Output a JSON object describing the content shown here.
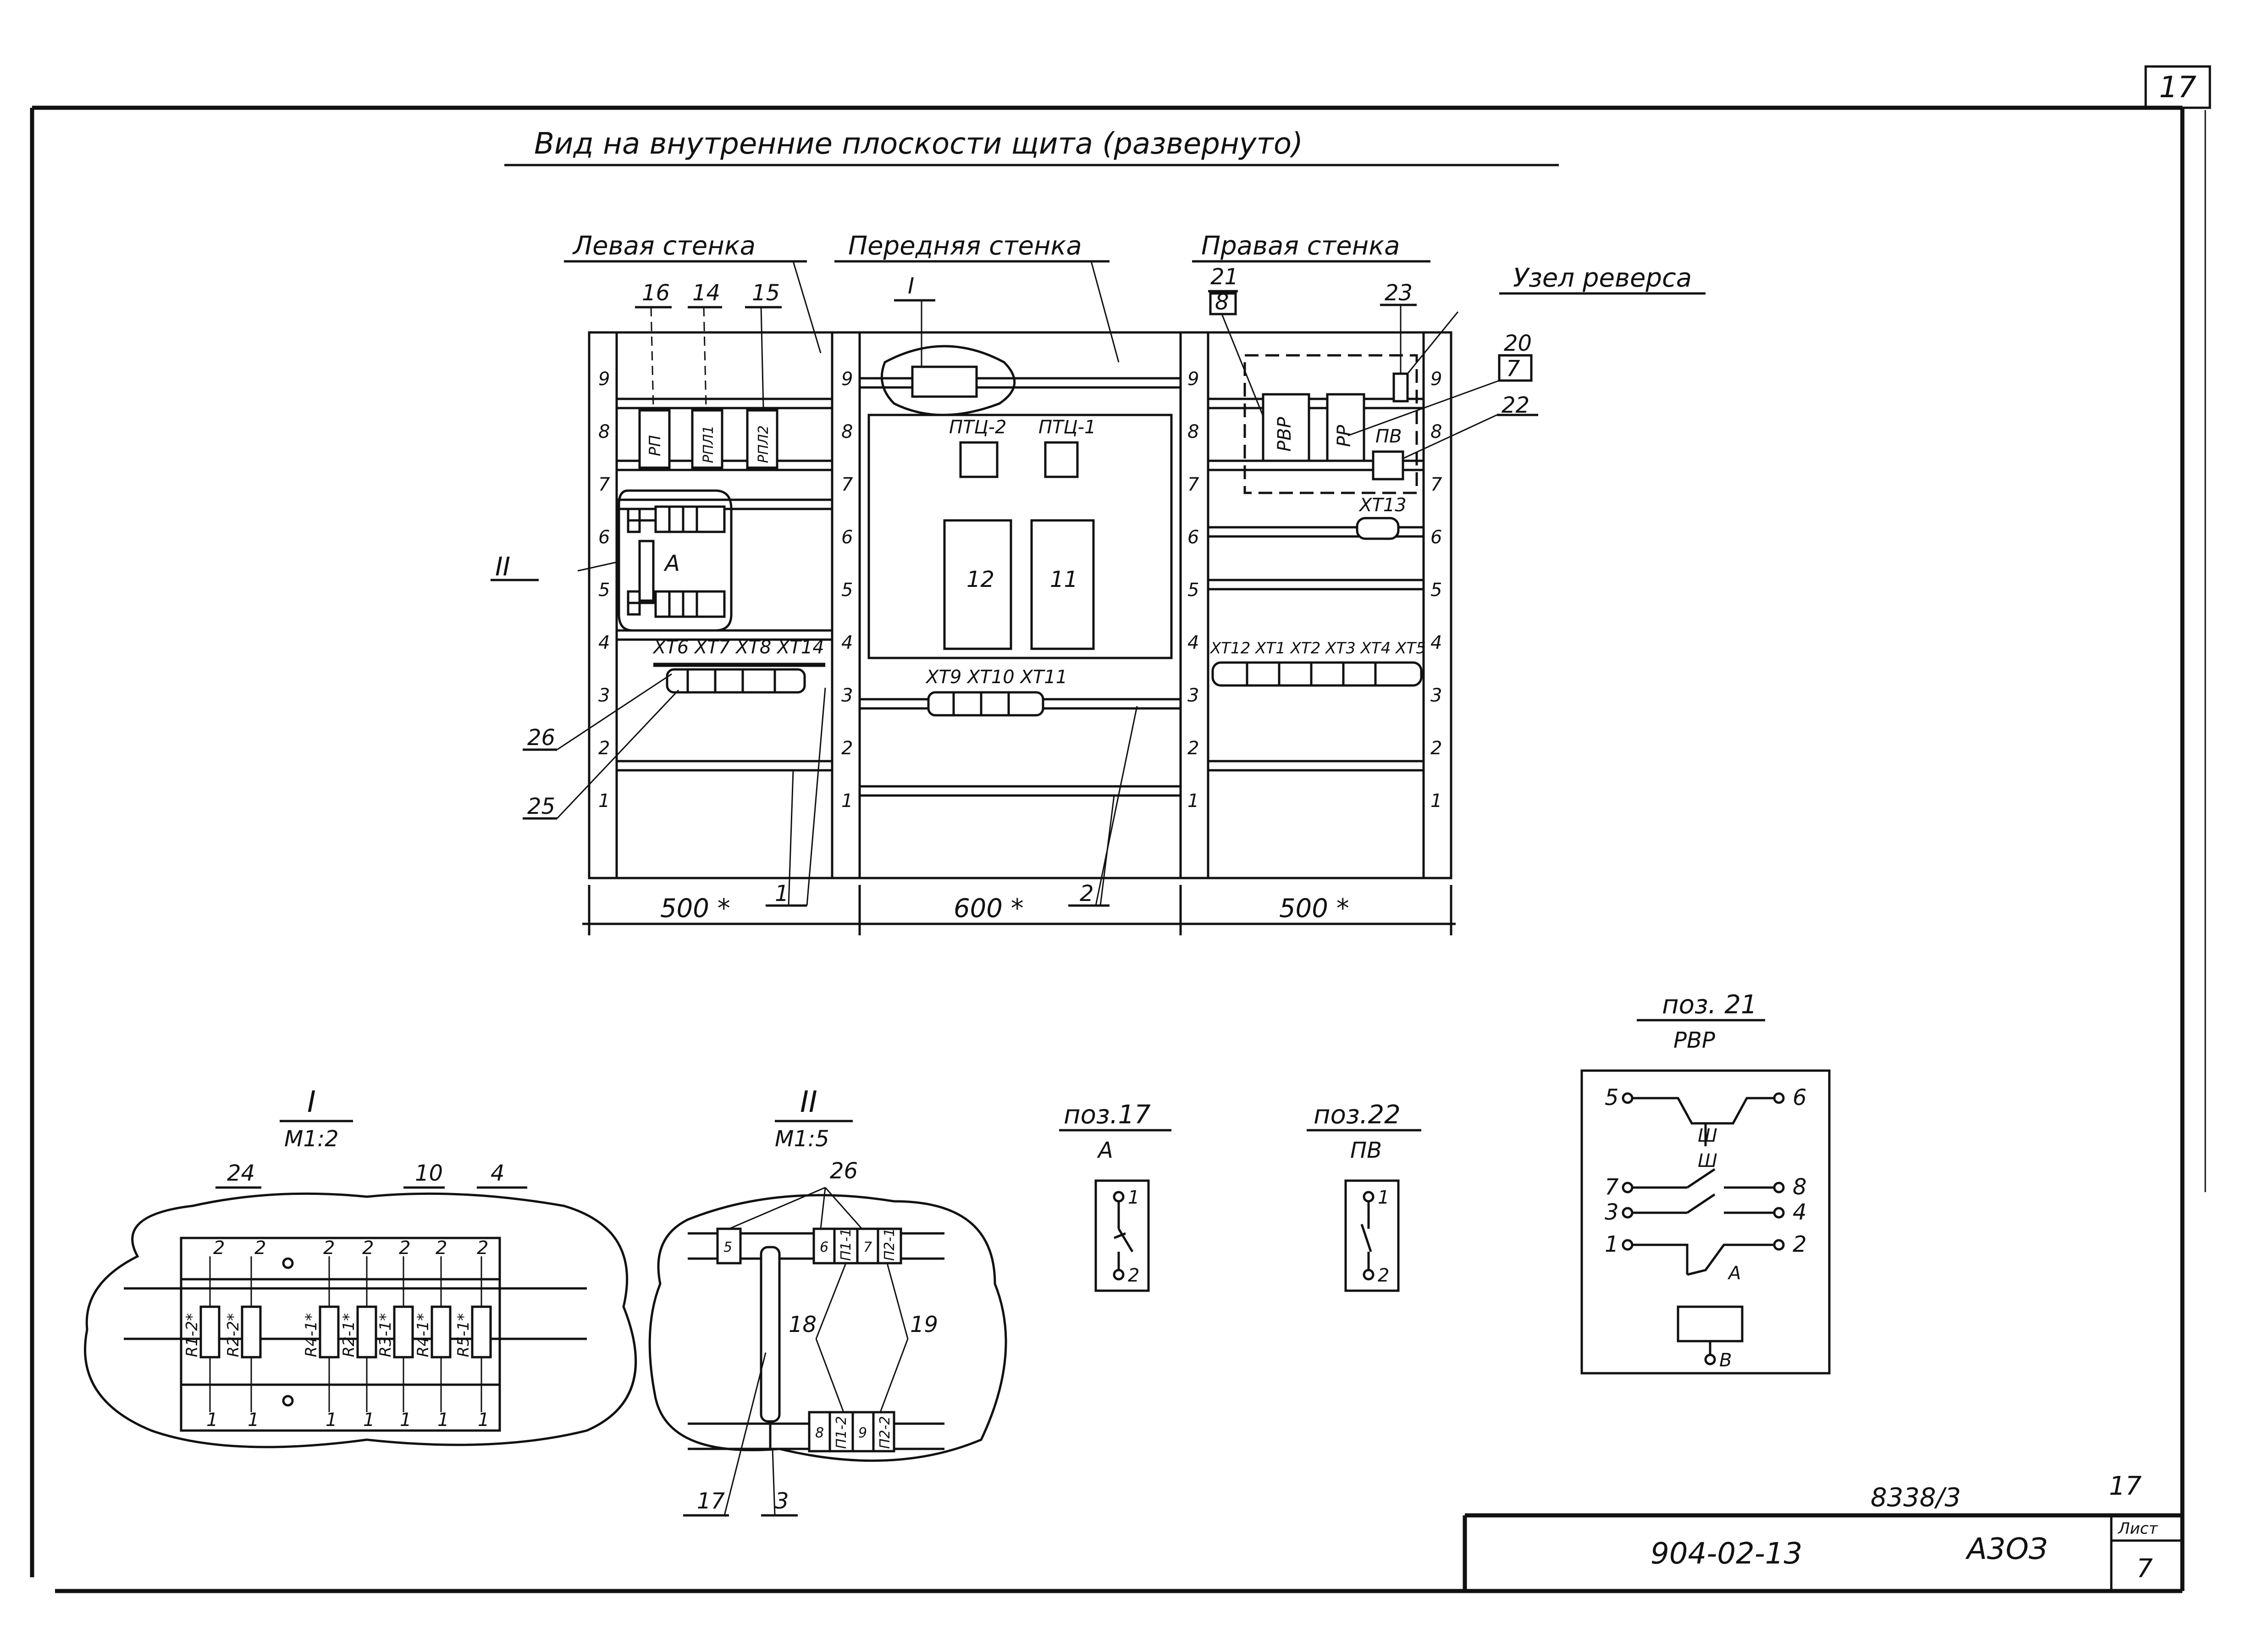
{
  "sheet": {
    "corner_number": "17",
    "title": "Вид на внутренние плоскости щита (развернуто)"
  },
  "walls": {
    "left": "Левая стенка",
    "front": "Передняя стенка",
    "right": "Правая стенка",
    "reverse_unit": "Узел реверса"
  },
  "positions": {
    "p16": "16",
    "p14": "14",
    "p15": "15",
    "p21": "21",
    "p8": "8",
    "p23": "23",
    "p20": "20",
    "p7": "7",
    "p22": "22",
    "p26": "26",
    "p25": "25",
    "p1": "1",
    "p2": "2",
    "detail_I": "I",
    "detail_II": "II",
    "node_A": "A"
  },
  "rail_scale": [
    "9",
    "8",
    "7",
    "6",
    "5",
    "4",
    "3",
    "2",
    "1"
  ],
  "devices": {
    "rp": "РП",
    "rpl1": "РПЛ1",
    "rpl2": "РПЛ2",
    "ptc2": "ПТЦ-2",
    "ptc1": "ПТЦ-1",
    "b12": "12",
    "b11": "11",
    "rvr": "РВР",
    "rr": "РР",
    "pv": "ПВ",
    "xt13": "ХТ13"
  },
  "terminal_labels": {
    "left": "ХТ6 ХТ7 ХТ8 ХТ14",
    "front": "ХТ9 ХТ10 ХТ11",
    "right": "ХТ12 ХТ1 ХТ2 ХТ3 ХТ4 ХТ5"
  },
  "dimensions": {
    "left": "500 *",
    "front": "600 *",
    "right": "500 *"
  },
  "detail_I": {
    "title": "I",
    "scale": "М1:2",
    "callouts": [
      "24",
      "10",
      "4"
    ],
    "resistors": [
      "R1-2*",
      "R2-2*",
      "R4-1*",
      "R2-1*",
      "R3-1*",
      "R4-1*",
      "R5-1*"
    ],
    "top_pin": "2",
    "bottom_pin": "1"
  },
  "detail_II": {
    "title": "II",
    "scale": "М1:5",
    "callouts": [
      "26",
      "18",
      "19",
      "17",
      "3"
    ],
    "top_terminals": [
      "5",
      "6",
      "П1-1",
      "7",
      "П2-1"
    ],
    "bottom_terminals": [
      "8",
      "П1-2",
      "9",
      "П2-2"
    ]
  },
  "poz17": {
    "title": "поз.17",
    "name": "А",
    "pin_top": "1",
    "pin_bottom": "2"
  },
  "poz22": {
    "title": "поз.22",
    "name": "ПВ",
    "pin_top": "1",
    "pin_bottom": "2"
  },
  "poz21": {
    "title": "поз. 21",
    "name": "РВР",
    "pins_left": [
      "5",
      "7",
      "3",
      "1"
    ],
    "pins_right": [
      "6",
      "8",
      "4",
      "2"
    ],
    "contact_label": "А",
    "coil_pin": "В"
  },
  "title_block": {
    "archive_number": "8338/3",
    "sheet_number": "17",
    "project_code": "904-02-13",
    "format": "А3ОЗ",
    "sheet_label": "Лист",
    "sheet_value": "7"
  }
}
